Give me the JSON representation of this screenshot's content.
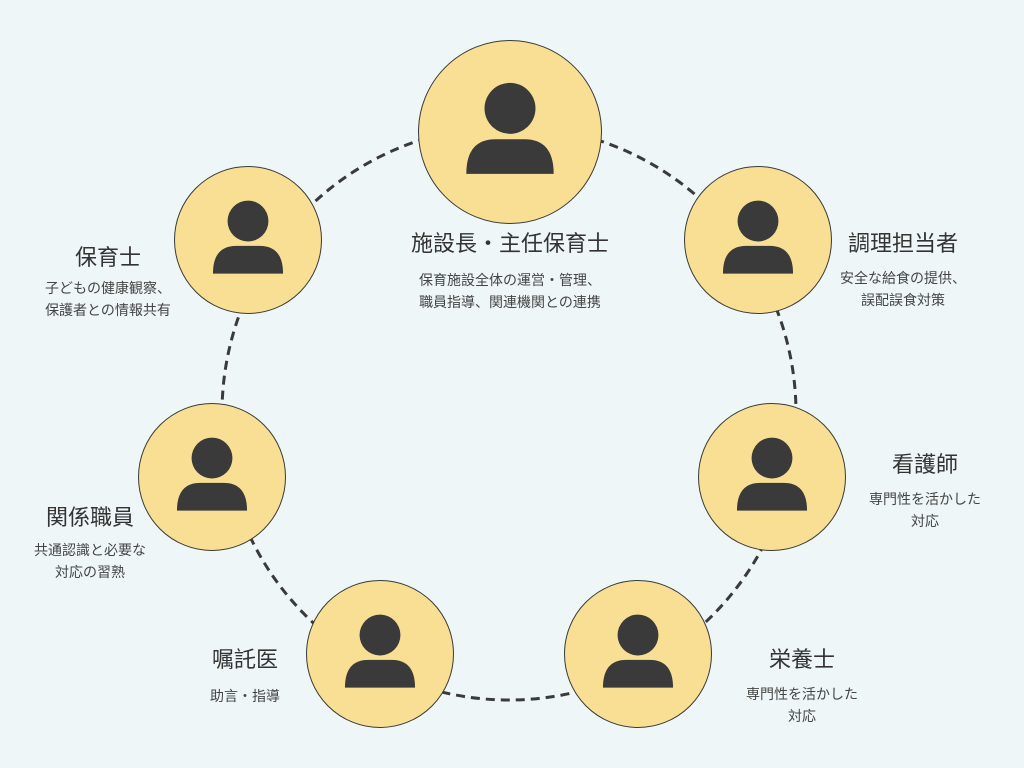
{
  "colors": {
    "background": "#eef6f7",
    "node_fill": "#f8df93",
    "icon": "#3a3a3a",
    "ring": "#3a3a3a"
  },
  "nodes": [
    {
      "id": "director",
      "icon": "person-icon",
      "title": "施設長・主任保育士",
      "desc": [
        "保育施設全体の運営・管理、",
        "職員指導、関連機関との連携"
      ]
    },
    {
      "id": "cook",
      "icon": "person-icon",
      "title": "調理担当者",
      "desc": [
        "安全な給食の提供、",
        "誤配誤食対策"
      ]
    },
    {
      "id": "nurse",
      "icon": "person-icon",
      "title": "看護師",
      "desc": [
        "専門性を活かした",
        "対応"
      ]
    },
    {
      "id": "nutritionist",
      "icon": "person-icon",
      "title": "栄養士",
      "desc": [
        "専門性を活かした",
        "対応"
      ]
    },
    {
      "id": "doctor",
      "icon": "person-icon",
      "title": "嘱託医",
      "desc": [
        "助言・指導"
      ]
    },
    {
      "id": "staff",
      "icon": "person-icon",
      "title": "関係職員",
      "desc": [
        "共通認識と必要な",
        "対応の習熟"
      ]
    },
    {
      "id": "caregiver",
      "icon": "person-icon",
      "title": "保育士",
      "desc": [
        "子どもの健康観察、",
        "保護者との情報共有"
      ]
    }
  ]
}
